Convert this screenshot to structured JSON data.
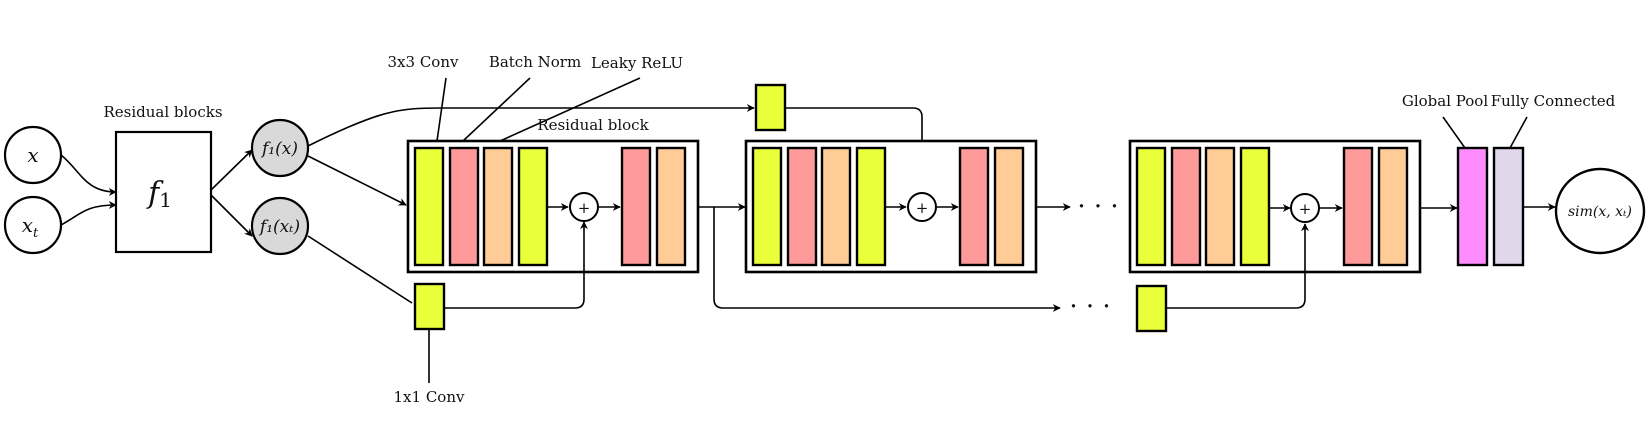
{
  "labels": {
    "residual_blocks": "Residual blocks",
    "residual_block": "Residual block",
    "conv3x3": "3x3 Conv",
    "batch_norm": "Batch Norm",
    "leaky_relu": "Leaky ReLU",
    "conv1x1": "1x1 Conv",
    "global_pool": "Global Pool",
    "fully_connected": "Fully Connected"
  },
  "inputs": {
    "x": "x",
    "xt_base": "x",
    "xt_sub": "t"
  },
  "encoder": {
    "f_base": "f",
    "f_sub": "1"
  },
  "outputs": {
    "f1x": "f₁(x)",
    "f1xt": "f₁(xₜ)",
    "sim": "sim(x, xₜ)"
  },
  "symbols": {
    "plus": "+",
    "ellipsis": "· · ·"
  },
  "colors": {
    "conv3x3": "#e8ff3a",
    "batch_norm": "#ff9a9a",
    "leaky_relu": "#ffcb96",
    "global_pool": "#ff8cff",
    "fully_connected": "#e1d6ea",
    "node_fill": "#d9d9d9"
  }
}
